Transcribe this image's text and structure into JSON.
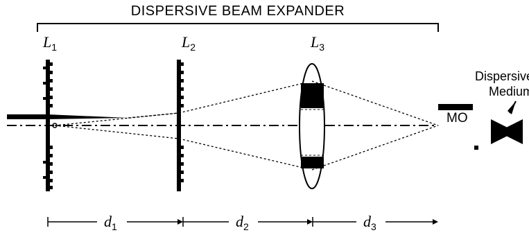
{
  "title": "DISPERSIVE BEAM EXPANDER",
  "lenses": [
    {
      "letter": "L",
      "sub": "1"
    },
    {
      "letter": "L",
      "sub": "2"
    },
    {
      "letter": "L",
      "sub": "3"
    }
  ],
  "distances": [
    {
      "letter": "d",
      "sub": "1"
    },
    {
      "letter": "d",
      "sub": "2"
    },
    {
      "letter": "d",
      "sub": "3"
    }
  ],
  "objective_label": "MO",
  "medium_label_line1": "Dispersive",
  "medium_label_line2": "Medium"
}
